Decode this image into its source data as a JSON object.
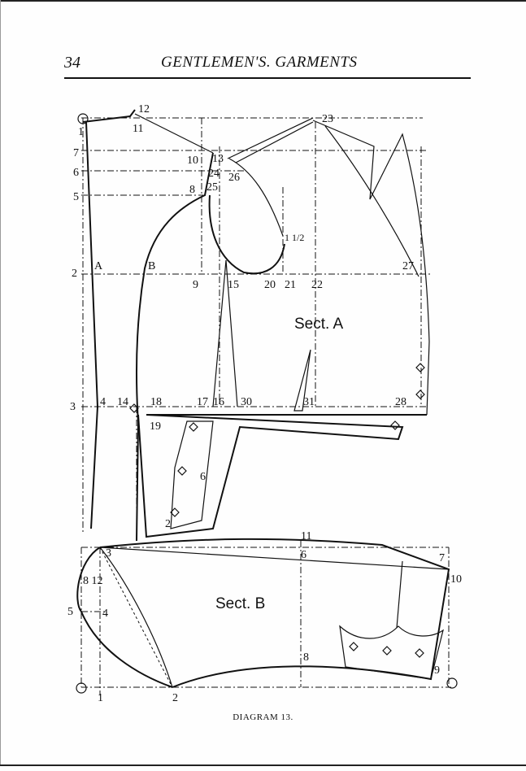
{
  "header": {
    "page_number": "34",
    "title": "GENTLEMEN'S. GARMENTS"
  },
  "caption": "DIAGRAM 13.",
  "sections": {
    "a": "Sect. A",
    "b": "Sect. B"
  },
  "labels_a": [
    "1",
    "12",
    "11",
    "7",
    "10",
    "13",
    "6",
    "24",
    "26",
    "5",
    "8",
    "25",
    "23",
    "2",
    "A",
    "B",
    "9",
    "15",
    "20",
    "21",
    "22",
    "27",
    "1 1/2",
    "3",
    "4",
    "14",
    "18",
    "17",
    "16",
    "30",
    "31",
    "28",
    "19",
    "6",
    "2"
  ],
  "labels_b": [
    "3",
    "11",
    "6",
    "7",
    "10",
    "8 12",
    "5",
    "4",
    "8",
    "9",
    "1",
    "2"
  ]
}
